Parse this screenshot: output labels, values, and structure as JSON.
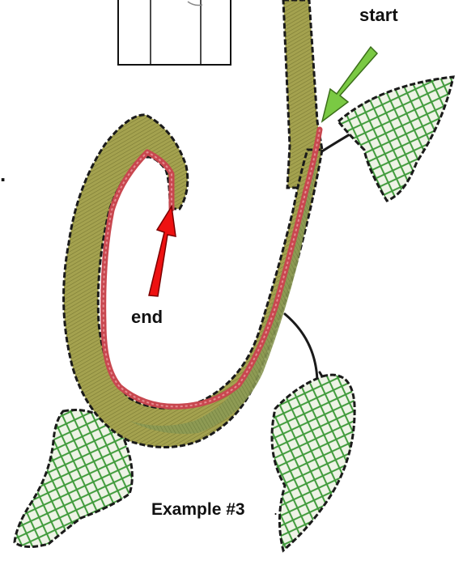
{
  "labels": {
    "start": "start",
    "end": "end",
    "example": "Example #3",
    "example_period": ".",
    "stray_period": "."
  },
  "colors": {
    "stem_fill": "#9a9a48",
    "stem_dark": "#6f6d2e",
    "satin_light": "#b7b35a",
    "satin_mid": "#8e9a52",
    "running_stitch": "#c8474f",
    "outline": "#1a1a1a",
    "leaf_fill": "#eef3e6",
    "leaf_hatch": "#3f9a3a",
    "start_arrow": "#7ac943",
    "end_arrow": "#ee1111"
  },
  "icons": {
    "start_arrow": "arrow-down-left-icon",
    "end_arrow": "arrow-up-icon",
    "inset": "toolbar-thumbnail-icon"
  }
}
